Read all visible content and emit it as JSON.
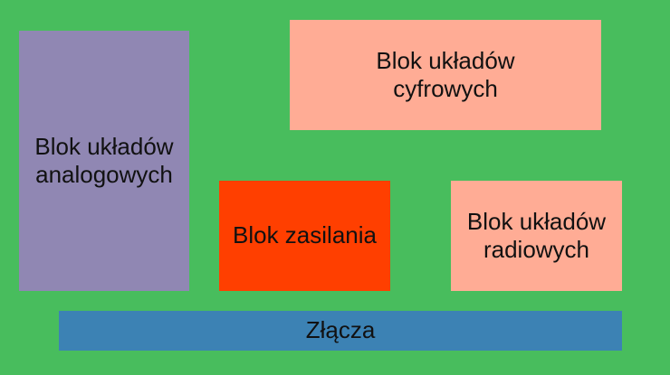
{
  "colors": {
    "board": "#48BD5D",
    "analog": "#9087B3",
    "digital": "#FFAC95",
    "power": "#FF3F00",
    "radio": "#FFAC95",
    "connectors": "#3C82B4"
  },
  "blocks": {
    "analog": {
      "label": "Blok układów analogowych"
    },
    "digital": {
      "label": "Blok układów cyfrowych"
    },
    "power": {
      "label": "Blok zasilania"
    },
    "radio": {
      "label": "Blok układów radiowych"
    },
    "connectors": {
      "label": "Złącza"
    }
  }
}
